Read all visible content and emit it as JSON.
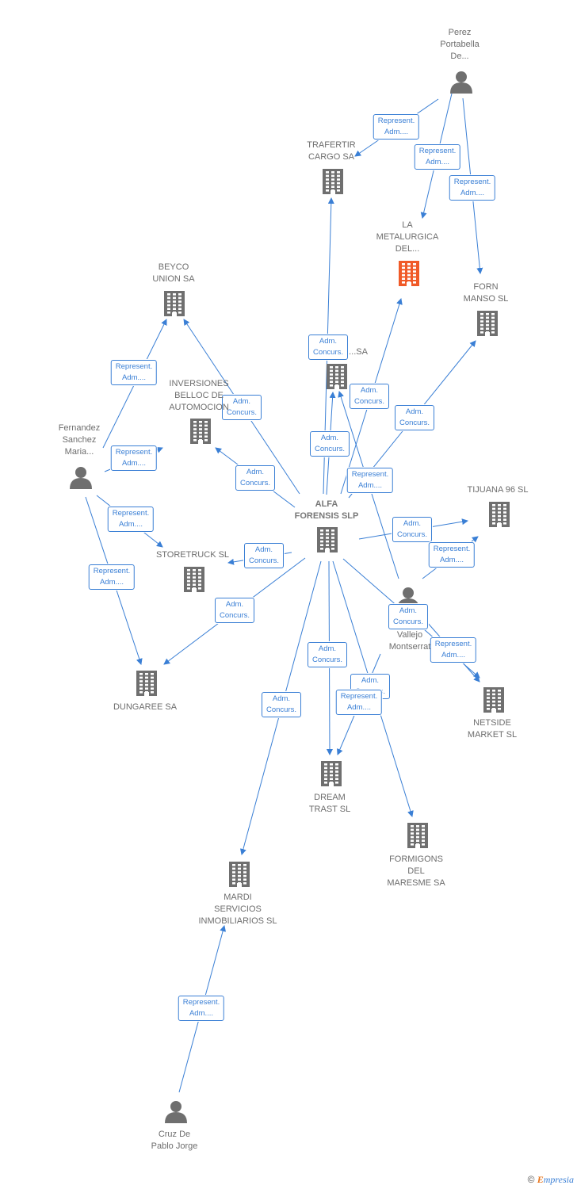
{
  "nodes": [
    {
      "id": "perez",
      "type": "person",
      "label": "Perez\nPortabella\nDe..."
    },
    {
      "id": "trafertir",
      "type": "company",
      "label": "TRAFERTIR\nCARGO SA"
    },
    {
      "id": "metalurgica",
      "type": "company",
      "label": "LA\nMETALURGICA\nDEL...",
      "highlight": true
    },
    {
      "id": "forn",
      "type": "company",
      "label": "FORN\nMANSO SL"
    },
    {
      "id": "beyco",
      "type": "company",
      "label": "BEYCO\nUNION SA"
    },
    {
      "id": "hidden_sa",
      "type": "company",
      "label": "...SA"
    },
    {
      "id": "inversiones",
      "type": "company",
      "label": "INVERSIONES\nBELLOC DE\nAUTOMOCION"
    },
    {
      "id": "fernandez",
      "type": "person",
      "label": "Fernandez\nSanchez\nMaria..."
    },
    {
      "id": "alfa",
      "type": "company",
      "label": "ALFA\nFORENSIS SLP"
    },
    {
      "id": "tijuana",
      "type": "company",
      "label": "TIJUANA 96 SL"
    },
    {
      "id": "storetruck",
      "type": "company",
      "label": "STORETRUCK SL"
    },
    {
      "id": "vallejo",
      "type": "person",
      "label": "Vallejo\nMontserrat"
    },
    {
      "id": "netside",
      "type": "company",
      "label": "NETSIDE\nMARKET SL"
    },
    {
      "id": "dungaree",
      "type": "company",
      "label": "DUNGAREE SA"
    },
    {
      "id": "dream",
      "type": "company",
      "label": "DREAM\nTRAST SL"
    },
    {
      "id": "formigons",
      "type": "company",
      "label": "FORMIGONS\nDEL\nMARESME SA"
    },
    {
      "id": "mardi",
      "type": "company",
      "label": "MARDI\nSERVICIOS\nINMOBILIARIOS SL"
    },
    {
      "id": "cruz",
      "type": "person",
      "label": "Cruz De\nPablo Jorge"
    }
  ],
  "edges": [
    {
      "from": "perez",
      "to": "trafertir",
      "label": "Represent.\nAdm...."
    },
    {
      "from": "perez",
      "to": "metalurgica",
      "label": "Represent.\nAdm...."
    },
    {
      "from": "perez",
      "to": "forn",
      "label": "Represent.\nAdm...."
    },
    {
      "from": "fernandez",
      "to": "beyco",
      "label": "Represent.\nAdm...."
    },
    {
      "from": "fernandez",
      "to": "inversiones",
      "label": "Represent.\nAdm...."
    },
    {
      "from": "fernandez",
      "to": "storetruck",
      "label": "Represent.\nAdm...."
    },
    {
      "from": "fernandez",
      "to": "dungaree",
      "label": "Represent.\nAdm...."
    },
    {
      "from": "alfa",
      "to": "beyco",
      "label": "Adm.\nConcurs."
    },
    {
      "from": "alfa",
      "to": "trafertir",
      "label": "Adm.\nConcurs."
    },
    {
      "from": "alfa",
      "to": "hidden_sa",
      "label": "Adm.\nConcurs."
    },
    {
      "from": "alfa",
      "to": "metalurgica",
      "label": "Adm.\nConcurs."
    },
    {
      "from": "alfa",
      "to": "forn",
      "label": "Adm.\nConcurs."
    },
    {
      "from": "alfa",
      "to": "inversiones",
      "label": "Adm.\nConcurs."
    },
    {
      "from": "alfa",
      "to": "tijuana",
      "label": "Adm.\nConcurs."
    },
    {
      "from": "alfa",
      "to": "storetruck",
      "label": "Adm.\nConcurs."
    },
    {
      "from": "alfa",
      "to": "dungaree",
      "label": "Adm.\nConcurs."
    },
    {
      "from": "alfa",
      "to": "netside",
      "label": "Adm.\nConcurs."
    },
    {
      "from": "alfa",
      "to": "dream",
      "label": "Adm.\nConcurs."
    },
    {
      "from": "alfa",
      "to": "formigons",
      "label": "Adm.\nConcurs."
    },
    {
      "from": "alfa",
      "to": "mardi",
      "label": "Adm.\nConcurs."
    },
    {
      "from": "vallejo",
      "to": "hidden_sa",
      "label": "Represent.\nAdm...."
    },
    {
      "from": "vallejo",
      "to": "tijuana",
      "label": "Represent.\nAdm...."
    },
    {
      "from": "vallejo",
      "to": "netside",
      "label": "Represent.\nAdm...."
    },
    {
      "from": "vallejo",
      "to": "dream",
      "label": "Represent.\nAdm...."
    },
    {
      "from": "cruz",
      "to": "mardi",
      "label": "Represent.\nAdm...."
    }
  ],
  "colors": {
    "edge": "#3a7fd5",
    "company_icon": "#6f6f6f",
    "highlight_icon": "#f05a28",
    "person_icon": "#6f6f6f"
  },
  "footer": {
    "copyright": "©",
    "brand_initial": "E",
    "brand_rest": "mpresia"
  }
}
